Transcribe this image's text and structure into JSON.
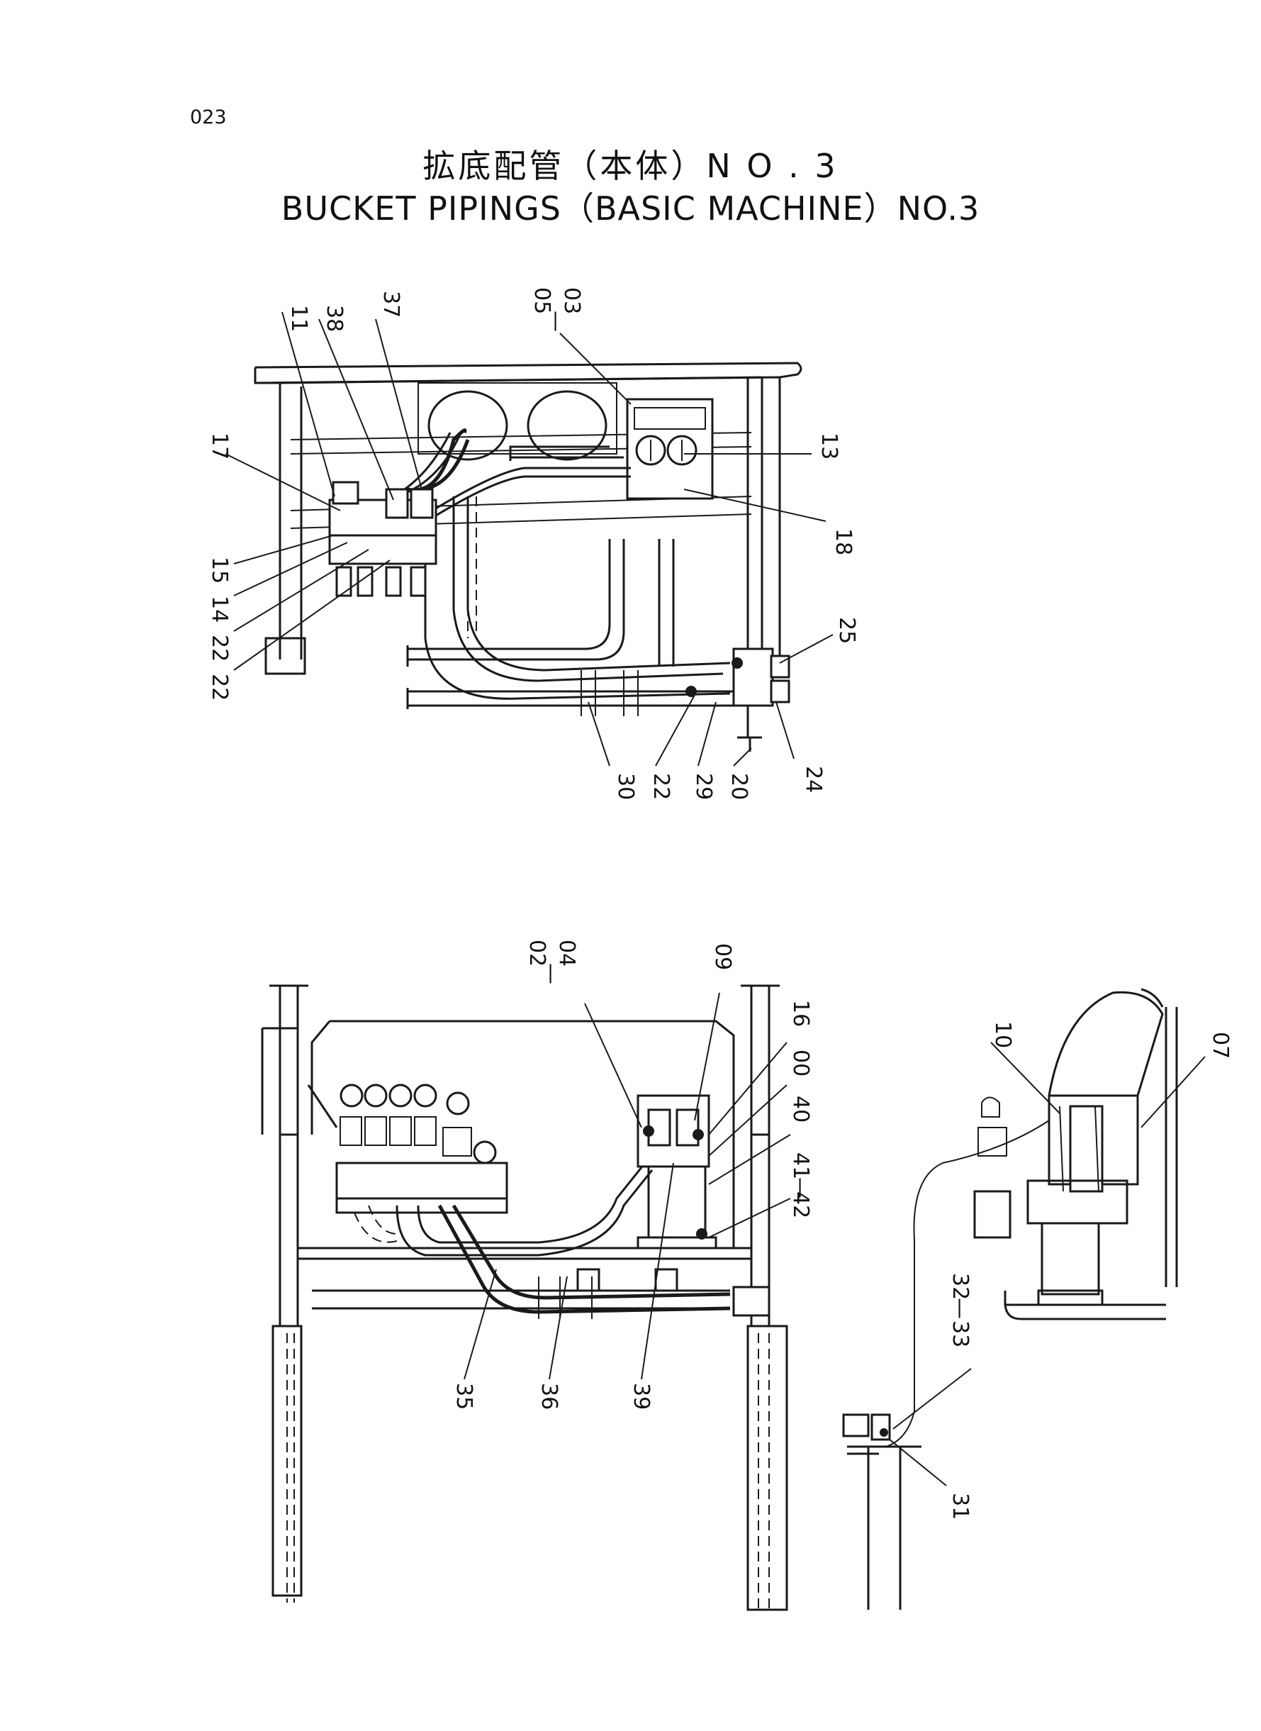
{
  "header": {
    "page_number": "023",
    "title_jp": "拡底配管（本体）N O . 3",
    "title_en": "BUCKET PIPINGS（BASIC MACHINE）NO.3"
  },
  "colors": {
    "ink": "#1a1a1a",
    "paper": "#ffffff"
  },
  "top_view": {
    "callouts": [
      "11",
      "38",
      "37",
      "05",
      "—",
      "03",
      "17",
      "13",
      "18",
      "15",
      "14",
      "22",
      "22",
      "25",
      "30",
      "22",
      "29",
      "20",
      "24"
    ]
  },
  "bottom_view": {
    "callouts": [
      "02",
      "—",
      "04",
      "09",
      "16",
      "00",
      "40",
      "41",
      "—",
      "42",
      "35",
      "36",
      "39"
    ]
  },
  "detail_view": {
    "callouts": [
      "10",
      "07",
      "32",
      "—",
      "33",
      "31"
    ]
  }
}
